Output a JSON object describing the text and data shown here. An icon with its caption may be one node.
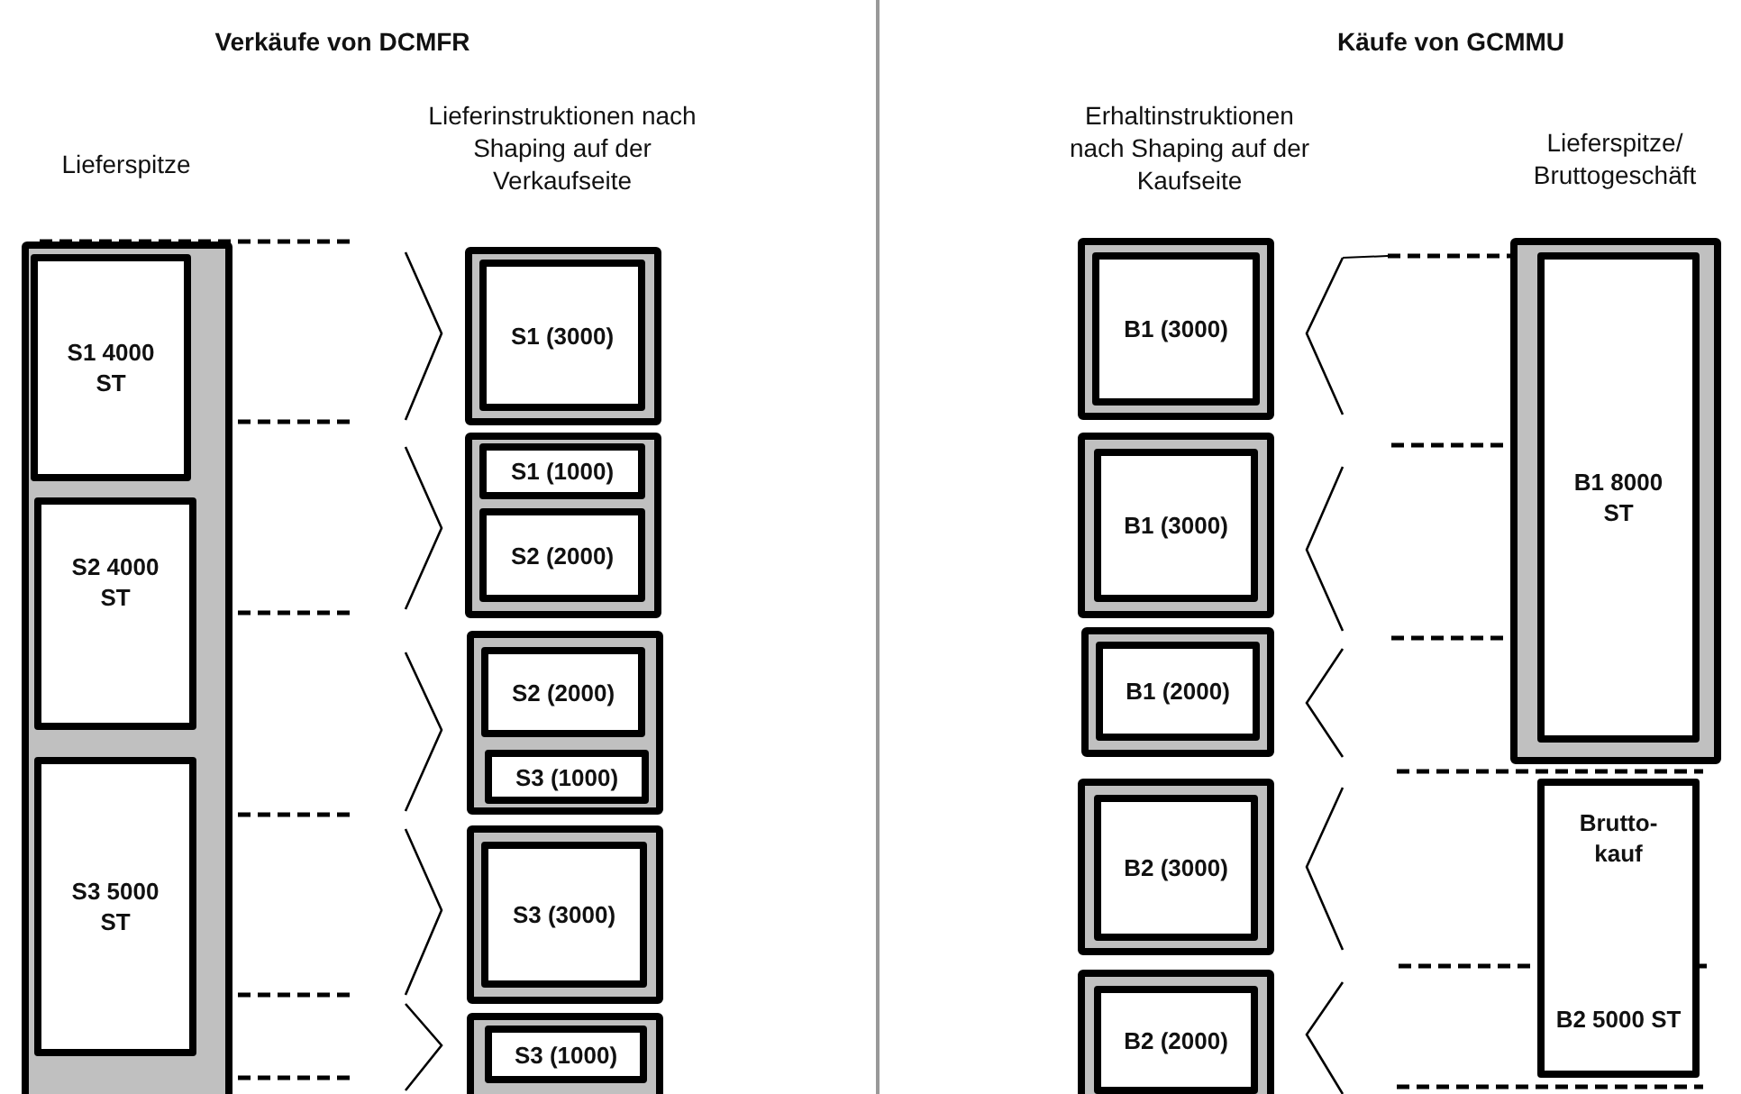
{
  "diagram": {
    "nodes": [
      {
        "text": [
          "Lieferspitze"
        ]
      },
      {
        "text": [
          "S1 4000 ST"
        ],
        "in": 0
      },
      {
        "text": [
          "S2 4000 ST"
        ],
        "in": 0
      },
      {
        "text": [
          "S3 5000 ST"
        ],
        "in": 0
      },
      {
        "text": [],
        "shape": "box"
      },
      {
        "text": [
          "S1 (3000)"
        ],
        "in": 4
      },
      {
        "text": [],
        "shape": "box"
      },
      {
        "text": [
          "S1 (1000)"
        ],
        "in": 6
      },
      {
        "text": [
          "S2 (2000)"
        ],
        "in": 6
      },
      {
        "text": [],
        "shape": "box"
      },
      {
        "text": [
          "S2 (2000)"
        ],
        "in": 9
      },
      {
        "text": [
          "S3 (1000)"
        ],
        "in": 9
      },
      {
        "text": [],
        "shape": "box"
      },
      {
        "text": [
          "S3 (3000)"
        ],
        "in": 12
      },
      {
        "text": [],
        "shape": "box"
      },
      {
        "text": [
          "S3 (1000)"
        ],
        "in": 14
      },
      {
        "text": [],
        "shape": "box"
      },
      {
        "text": [
          "B1 (3000)"
        ],
        "in": 16
      },
      {
        "text": [],
        "shape": "box"
      },
      {
        "text": [
          "B1 (3000)"
        ],
        "in": 18
      },
      {
        "text": [],
        "shape": "box"
      },
      {
        "text": [
          "B1 (2000)"
        ],
        "in": 20
      },
      {
        "text": [],
        "shape": "box"
      },
      {
        "text": [
          "B2 (3000)"
        ],
        "in": 22
      },
      {
        "text": [],
        "shape": "box"
      },
      {
        "text": [
          "B2 (2000)"
        ],
        "in": 24
      },
      {
        "text": [
          "Lieferspitze/ Bruttogeschäft"
        ]
      },
      {
        "text": [
          "B1 8000 ST"
        ],
        "in": 26
      },
      {
        "text": [
          "Brutto- kauf",
          "B2 5000 ST"
        ]
      }
    ],
    "labels": [
      "Verkäufe von DCMFR",
      "Käufe von GCMMU",
      "Lieferinstruktionen nach Shaping auf der Verkaufseite",
      "Erhaltinstruktionen nach Shaping auf der Kaufseite"
    ]
  }
}
